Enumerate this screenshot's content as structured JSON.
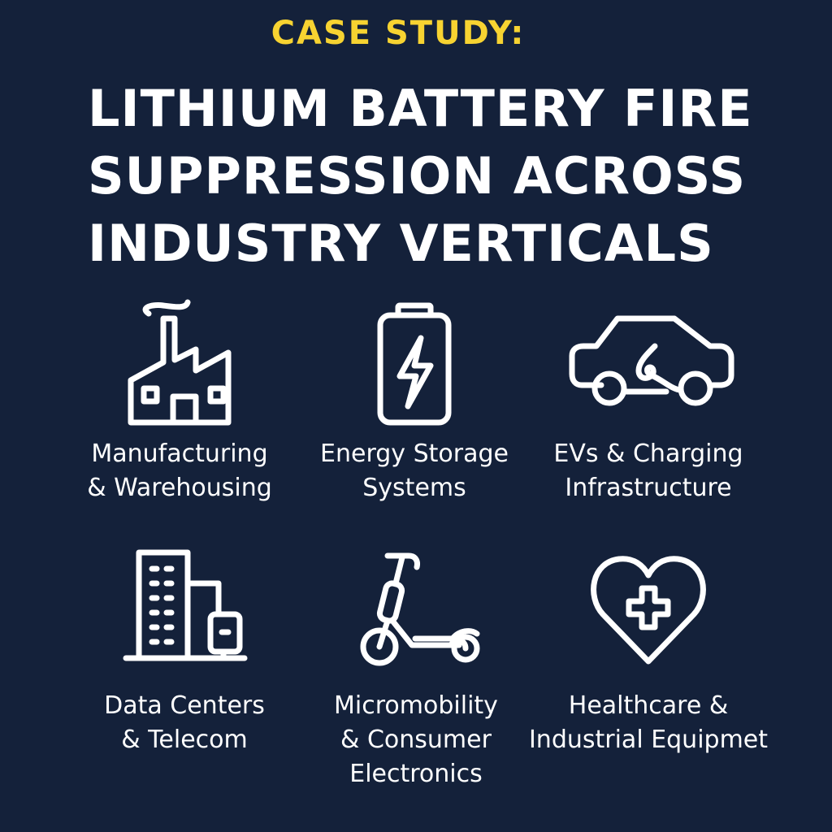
{
  "header": {
    "kicker": "CASE STUDY:",
    "title_lines": [
      "LITHIUM BATTERY FIRE",
      "SUPPRESSION ACROSS",
      "INDUSTRY VERTICALS"
    ]
  },
  "colors": {
    "background": "#14213a",
    "accent": "#f7d331",
    "text": "#ffffff"
  },
  "verticals": [
    {
      "icon": "factory-icon",
      "label_lines": [
        "Manufacturing",
        "& Warehousing"
      ]
    },
    {
      "icon": "battery-bolt-icon",
      "label_lines": [
        "Energy Storage",
        "Systems"
      ]
    },
    {
      "icon": "electric-car-icon",
      "label_lines": [
        "EVs & Charging",
        "Infrastructure"
      ]
    },
    {
      "icon": "building-server-icon",
      "label_lines": [
        "Data Centers",
        "& Telecom"
      ]
    },
    {
      "icon": "scooter-icon",
      "label_lines": [
        "Micromobility",
        "& Consumer",
        "Electronics"
      ]
    },
    {
      "icon": "heart-medical-icon",
      "label_lines": [
        "Healthcare &",
        "Industrial Equipmet"
      ]
    }
  ]
}
